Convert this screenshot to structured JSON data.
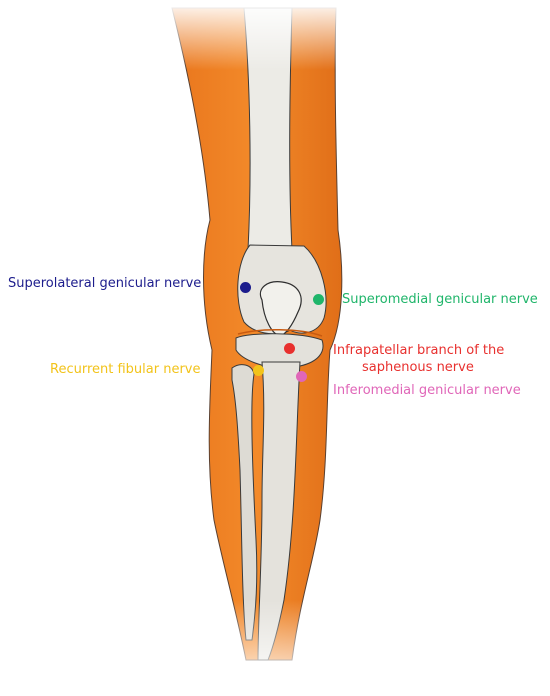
{
  "labels": {
    "superolateral": "Superolateral genicular nerve",
    "superomedial": "Superomedial genicular nerve",
    "infrapatellar_line1": "Infrapatellar branch of the",
    "infrapatellar_line2": "saphenous nerve",
    "recurrent_fibular": "Recurrent fibular nerve",
    "inferomedial": "Inferomedial genicular nerve"
  },
  "colors": {
    "superolateral": "#1c1c8c",
    "superomedial": "#1fb56a",
    "infrapatellar": "#e8302e",
    "recurrent_fibular": "#f2c31a",
    "inferomedial": "#e066b8",
    "muscle": "#ef7b1f",
    "bone": "#e4e2dc"
  }
}
